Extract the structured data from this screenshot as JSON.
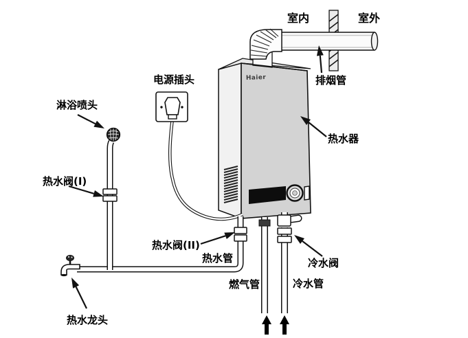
{
  "heater": {
    "brand_label": "Haier"
  },
  "labels": {
    "indoor": "室内",
    "outdoor": "室外",
    "exhaust_pipe": "排烟管",
    "water_heater": "热水器",
    "power_plug": "电源插头",
    "shower_head": "淋浴喷头",
    "hot_water_valve_1": "热水阀(I)",
    "hot_water_valve_2": "热水阀(II)",
    "hot_water_pipe": "热水管",
    "hot_water_faucet": "热水龙头",
    "gas_pipe": "燃气管",
    "cold_water_pipe": "冷水管",
    "cold_water_valve": "冷水阀"
  },
  "colors": {
    "background": "#ffffff",
    "line": "#1a1a1a",
    "heater_front": "#d3d3d3",
    "heater_side": "#f1f1f1",
    "heater_top": "#e9e9e9",
    "panel": "#0d0d0d",
    "wall_fill": "#ececec",
    "pipe_fill": "#fbfbfb"
  }
}
